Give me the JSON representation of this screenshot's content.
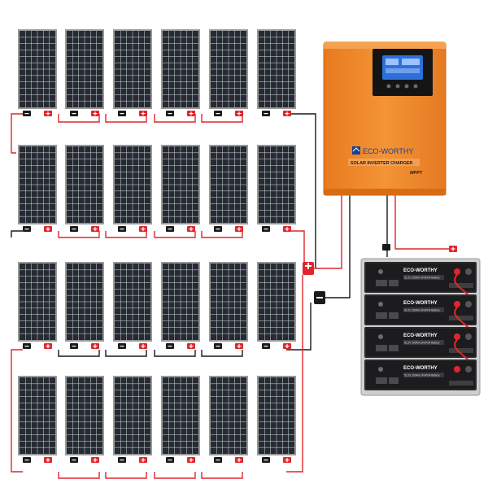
{
  "colors": {
    "background": "#ffffff",
    "panel_frame": "#9a9a9a",
    "panel_cell": "#262b33",
    "panel_grid": "#d8dde3",
    "wire_red": "#e0262c",
    "wire_black": "#1a1a1a",
    "inverter_body": "#f0892b",
    "inverter_top": "#f6a14d",
    "inverter_display": "#2f6fd8",
    "battery_body": "#2a2a2c",
    "battery_rack": "#cfcfcf"
  },
  "panel_array": {
    "rows": 4,
    "columns": 6
  },
  "inverter": {
    "brand": "ECO-WORTHY",
    "label": "SOLAR INVERTER CHARGER",
    "badge": "MPPT",
    "logo_icon": "house-logo-icon"
  },
  "battery_bank": {
    "count": 4,
    "brand": "ECO-WORTHY",
    "spec_label": "51.2V 100AH LiFePO4 Battery"
  }
}
